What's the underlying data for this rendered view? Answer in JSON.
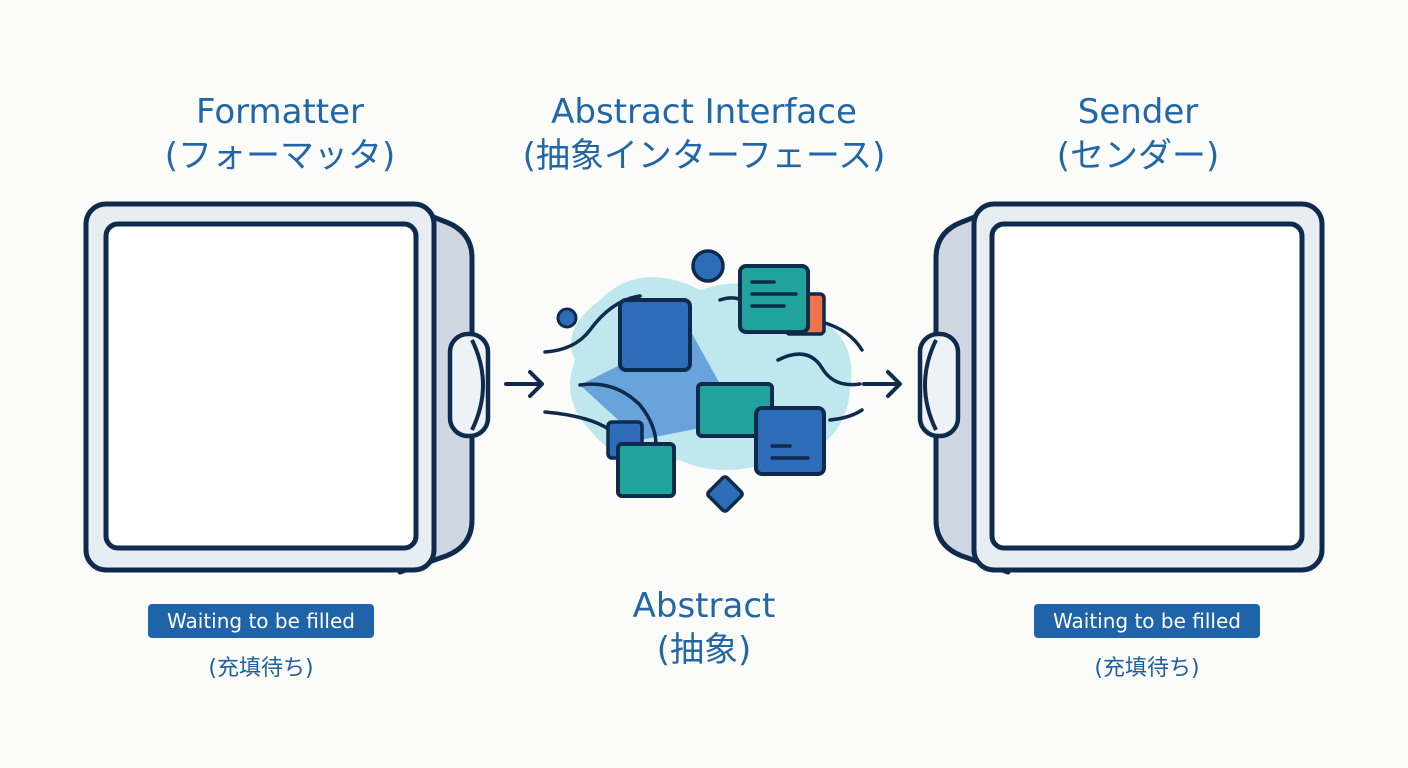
{
  "left_component": {
    "title_en": "Formatter",
    "title_ja": "(フォーマッタ)",
    "status": "Waiting to be filled",
    "status_ja": "(充填待ち)"
  },
  "center_component": {
    "title_en": "Abstract Interface",
    "title_ja": "(抽象インターフェース)",
    "label_en": "Abstract",
    "label_ja": "(抽象)"
  },
  "right_component": {
    "title_en": "Sender",
    "title_ja": "(センダー)",
    "status": "Waiting to be filled",
    "status_ja": "(充填待ち)"
  },
  "colors": {
    "title_blue": "#2167a8",
    "outline_navy": "#0e2b4d",
    "badge_blue": "#1f64a8",
    "teal": "#1fa39a",
    "cyan_blob": "#9fdde6",
    "orange": "#f0744a"
  }
}
